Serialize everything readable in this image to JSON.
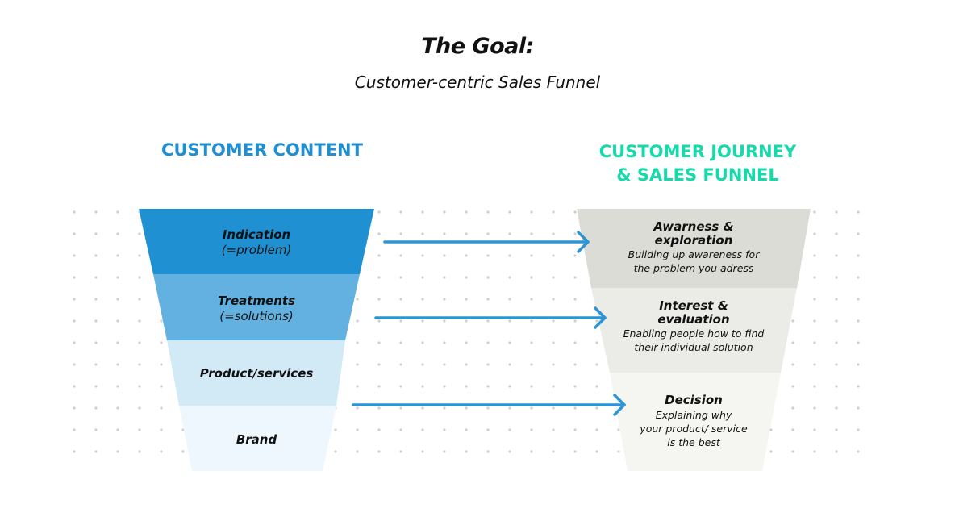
{
  "title": "The Goal:",
  "subtitle": "Customer-centric Sales Funnel",
  "left": {
    "heading": "CUSTOMER CONTENT",
    "stages": [
      {
        "label": "Indication",
        "sub": "(=problem)",
        "color": "#1f90d2"
      },
      {
        "label": "Treatments",
        "sub": "(=solutions)",
        "color": "#62b1e0"
      },
      {
        "label": "Product/services",
        "color": "#d2e9f6"
      },
      {
        "label": "Brand",
        "color": "#eef7fd"
      }
    ]
  },
  "right": {
    "heading_line1": "CUSTOMER JOURNEY",
    "heading_line2": "& SALES FUNNEL",
    "stages": [
      {
        "label1": "Awarness &",
        "label2": "exploration",
        "desc1": "Building up awareness for",
        "desc2_u": "the problem",
        "desc2_rest": " you adress",
        "color": "#dcdcd6"
      },
      {
        "label1": "Interest &",
        "label2": "evaluation",
        "desc1": "Enabling people how to find",
        "desc2_pre": "their ",
        "desc2_u": "individual solution",
        "color": "#ebebe8"
      },
      {
        "label1": "Decision",
        "desc1": "Explaining why",
        "desc2": "your product/ service",
        "desc3": "is the best",
        "color": "#f5f5f2"
      }
    ]
  },
  "colors": {
    "arrow": "#2b95d6",
    "dots": "#cfcfcf"
  }
}
